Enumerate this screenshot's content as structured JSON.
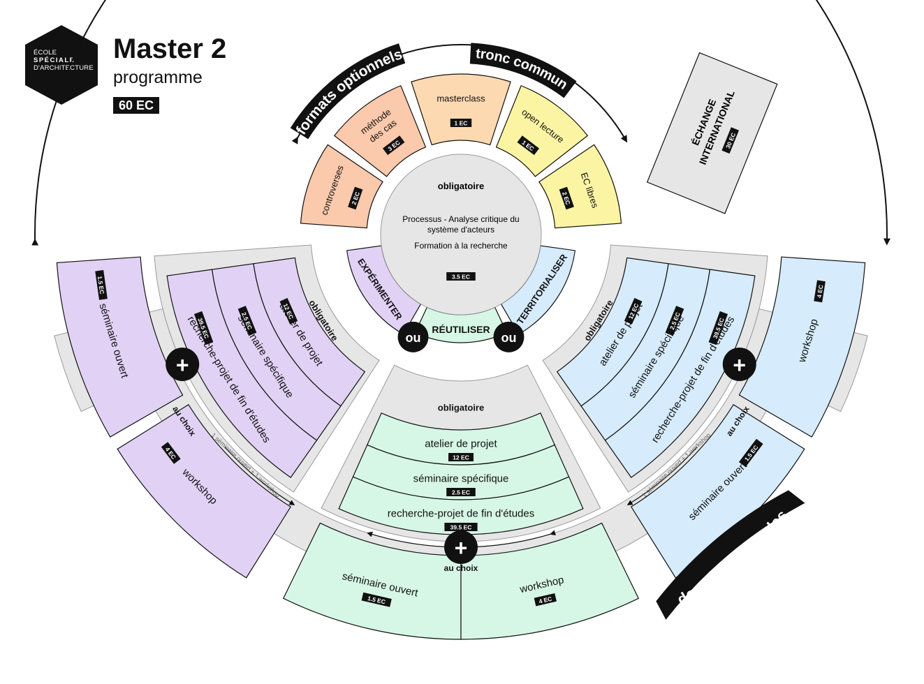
{
  "logo": {
    "line1": "ÉCOLE",
    "line2": "SPÉCIALE",
    "line3": "D'ARCHITECTURE"
  },
  "header": {
    "title": "Master 2",
    "subtitle": "programme",
    "total": "60 EC"
  },
  "colors": {
    "purple": "#e1d2f5",
    "blue": "#d6ebfb",
    "green": "#d7f7e6",
    "orange": "#fbc9ac",
    "peach": "#fcd9b0",
    "yellow": "#fbf5a3",
    "gray": "#e6e6e6",
    "black": "#111111"
  },
  "optional_formats": {
    "title": "formats optionnels",
    "items": [
      {
        "label": "controverses",
        "ec": "2 EC"
      },
      {
        "label": "méthode\ndes cas",
        "ec": "3 EC"
      },
      {
        "label": "masterclass",
        "ec": "1 EC"
      },
      {
        "label": "open lecture",
        "ec": "1 EC"
      },
      {
        "label": "EC libres",
        "ec": "2 EC"
      }
    ]
  },
  "core": {
    "title": "tronc commun",
    "mandatory": "obligatoire",
    "line1": "Processus - Analyse critique du",
    "line2": "système d'acteurs",
    "line3": "Formation à la recherche",
    "ec": "3.5 EC"
  },
  "exchange": {
    "line1": "ÉCHANGE",
    "line2": "INTERNATIONAL",
    "ec": "30 EC"
  },
  "domains": {
    "title": "domaines d'études",
    "experimenter": "EXPÉRIMENTER",
    "reutiliser": "RÉUTILISER",
    "territorialiser": "TERRITORIALISER",
    "or_label": "ou"
  },
  "mandatory_courses": {
    "label": "obligatoire",
    "items": [
      {
        "label": "atelier de projet",
        "ec": "12 EC"
      },
      {
        "label": "séminaire spécifique",
        "ec": "2.5 EC"
      },
      {
        "label": "recherche-projet de fin d'études",
        "ec": "39.5 EC"
      }
    ]
  },
  "choice": {
    "label": "au choix",
    "note": "1 séminaire ouvert + 1 workshop",
    "open_seminar": "séminaire ouvert",
    "open_seminar_ec": "1.5 EC",
    "workshop": "workshop",
    "workshop_ec": "4 EC",
    "plus": "+"
  }
}
